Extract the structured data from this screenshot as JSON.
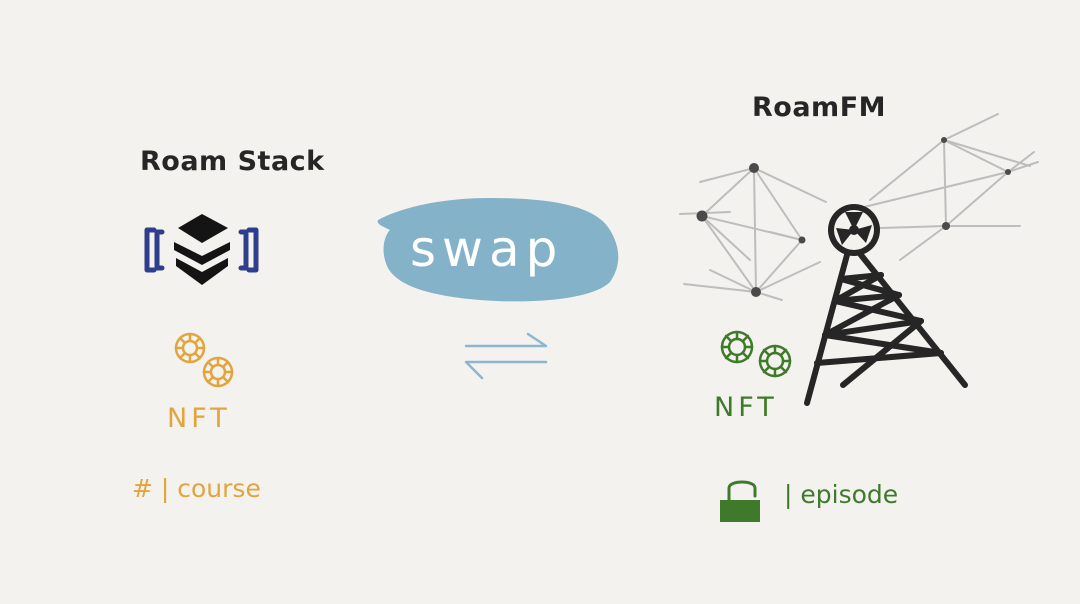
{
  "left": {
    "title": "Roam Stack",
    "nft_label": "NFT",
    "access_label": "# | course",
    "accent_color": "#e2a53d",
    "logo_bracket_color": "#2f3e8c"
  },
  "center": {
    "swap_label": "swap",
    "bubble_color": "#84b2c9",
    "arrows_color": "#8fb5cf"
  },
  "right": {
    "title": "RoamFM",
    "nft_label": "NFT",
    "access_label": "| episode",
    "accent_color": "#3f7a2b",
    "icons": [
      "radio-tower-icon",
      "network-icon",
      "coin-icon",
      "unlock-icon"
    ]
  }
}
